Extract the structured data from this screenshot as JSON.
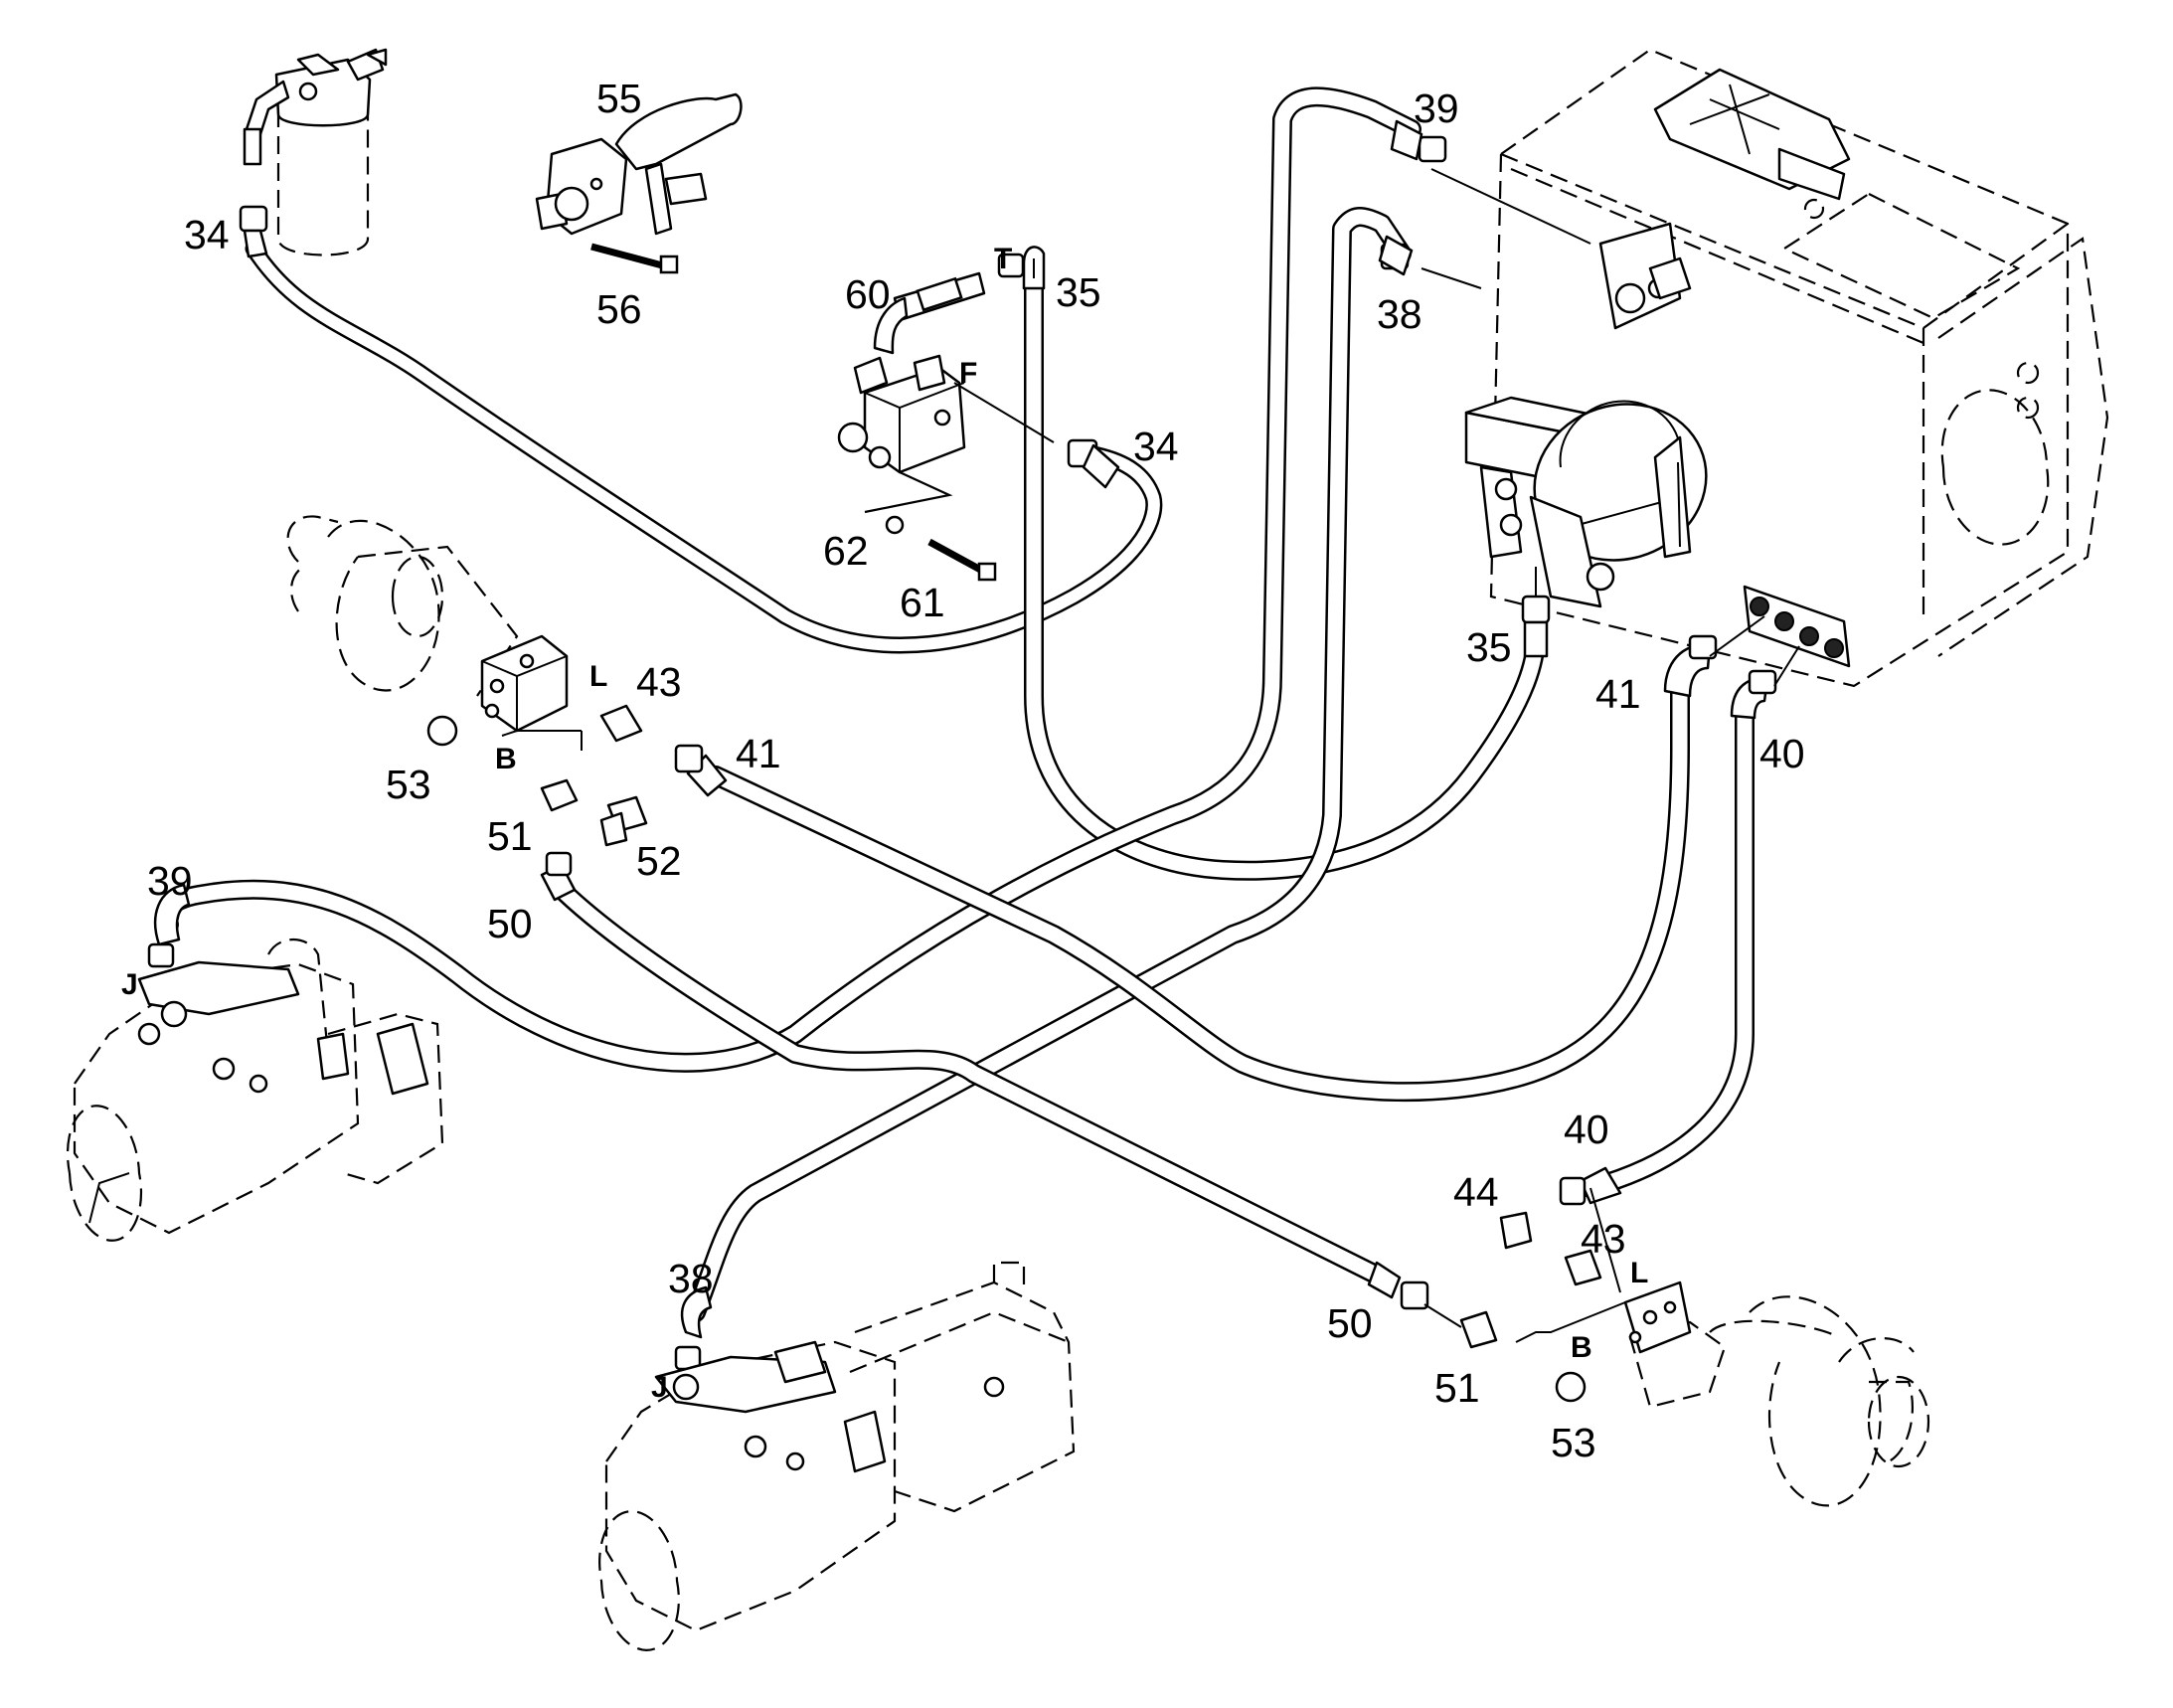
{
  "callouts": [
    {
      "id": "c34a",
      "text": "34"
    },
    {
      "id": "c55",
      "text": "55"
    },
    {
      "id": "c56",
      "text": "56"
    },
    {
      "id": "c60",
      "text": "60"
    },
    {
      "id": "c35a",
      "text": "35"
    },
    {
      "id": "c34b",
      "text": "34"
    },
    {
      "id": "c62",
      "text": "62"
    },
    {
      "id": "c61",
      "text": "61"
    },
    {
      "id": "c39a",
      "text": "39"
    },
    {
      "id": "c38a",
      "text": "38"
    },
    {
      "id": "c35b",
      "text": "35"
    },
    {
      "id": "c41a",
      "text": "41"
    },
    {
      "id": "c40a",
      "text": "40"
    },
    {
      "id": "c43a",
      "text": "43"
    },
    {
      "id": "c41b",
      "text": "41"
    },
    {
      "id": "c53a",
      "text": "53"
    },
    {
      "id": "c51a",
      "text": "51"
    },
    {
      "id": "c52",
      "text": "52"
    },
    {
      "id": "c50a",
      "text": "50"
    },
    {
      "id": "c39b",
      "text": "39"
    },
    {
      "id": "c40b",
      "text": "40"
    },
    {
      "id": "c44",
      "text": "44"
    },
    {
      "id": "c43b",
      "text": "43"
    },
    {
      "id": "c38b",
      "text": "38"
    },
    {
      "id": "c50b",
      "text": "50"
    },
    {
      "id": "c51b",
      "text": "51"
    },
    {
      "id": "c53b",
      "text": "53"
    }
  ],
  "port_labels": [
    {
      "id": "pT",
      "text": "T"
    },
    {
      "id": "pF",
      "text": "F"
    },
    {
      "id": "pLa",
      "text": "L"
    },
    {
      "id": "pBa",
      "text": "B"
    },
    {
      "id": "pJa",
      "text": "J"
    },
    {
      "id": "pJb",
      "text": "J"
    },
    {
      "id": "pLb",
      "text": "L"
    },
    {
      "id": "pBb",
      "text": "B"
    }
  ]
}
